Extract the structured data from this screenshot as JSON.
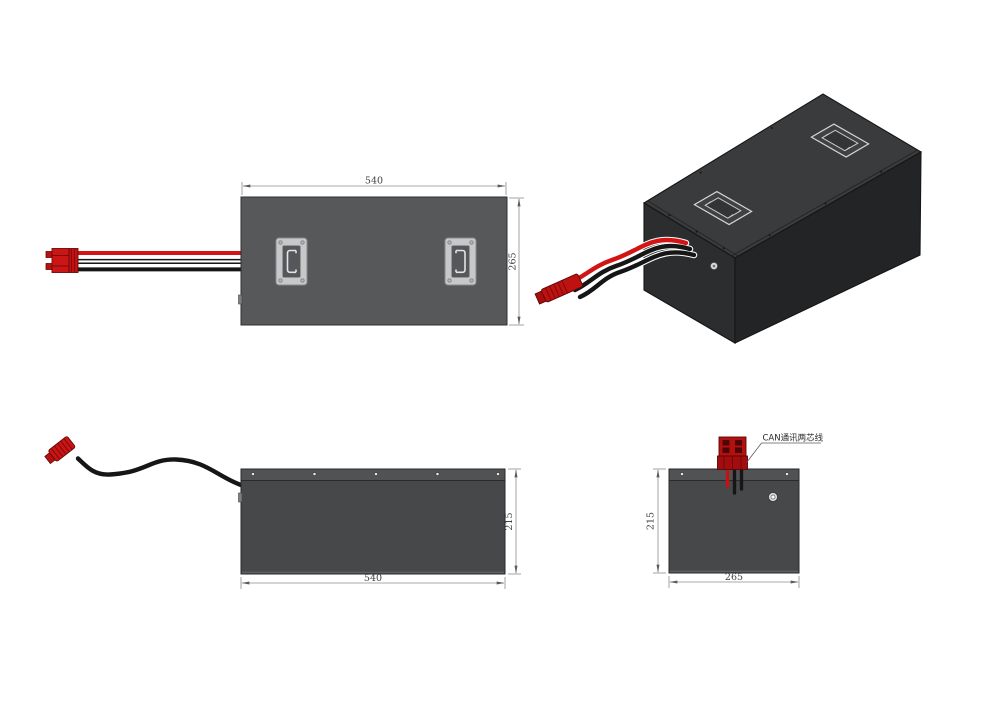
{
  "drawing": {
    "background": "#ffffff",
    "colors": {
      "plan_body_gray": "#57585a",
      "panel_body_gray": "#47484a",
      "flange_gray": "#515254",
      "iso_top_face": "#3a3b3d",
      "iso_left_face": "#2c2d2f",
      "iso_right_face": "#232426",
      "handle_plate_gray": "#c7c8c9",
      "connector_red": "#c41212",
      "wire_red": "#d31414",
      "wire_black": "#161616",
      "dim_line_gray": "#8c8c8c",
      "dim_text_gray": "#3f3f3f"
    },
    "views": {
      "top": {
        "width_dim": "540",
        "height_dim": "265"
      },
      "front": {
        "width_dim": "540",
        "height_dim": "215"
      },
      "side": {
        "width_dim": "265",
        "height_dim": "215",
        "can_label": "CAN通讯两芯线"
      }
    }
  }
}
